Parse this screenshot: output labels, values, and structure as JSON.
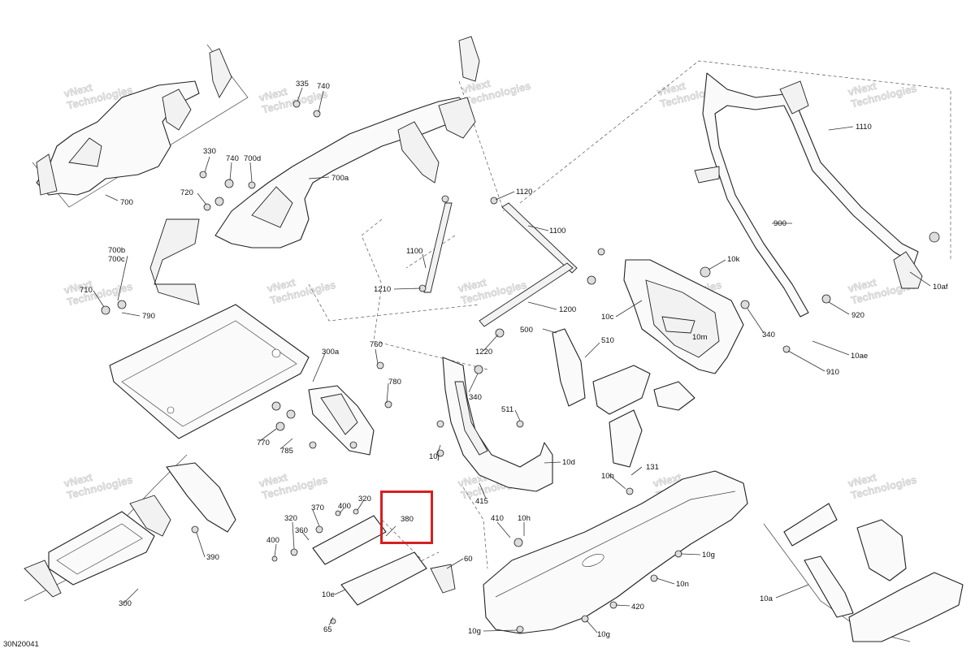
{
  "diagram_code": "30N20041",
  "watermark": {
    "line1": "vNext",
    "line2": "Technologies",
    "small": "vNext Technologies"
  },
  "highlight": {
    "label": "380",
    "color": "#d42020"
  },
  "callouts": {
    "c335": "335",
    "c740a": "740",
    "c330": "330",
    "c740b": "740",
    "c700d": "700d",
    "c720": "720",
    "c700": "700",
    "c700a": "700a",
    "c700b": "700b",
    "c700c": "700c",
    "c710": "710",
    "c790": "790",
    "c300a": "300a",
    "c760": "760",
    "c780": "780",
    "c770": "770",
    "c785": "785",
    "c300": "300",
    "c390": "390",
    "c1120": "1120",
    "c1100a": "1100",
    "c1100b": "1100",
    "c1210": "1210",
    "c1200": "1200",
    "c1220": "1220",
    "c500": "500",
    "c510": "510",
    "c340a": "340",
    "c511": "511",
    "c10j": "10j",
    "c10d": "10d",
    "c415": "415",
    "c10h_a": "10h",
    "c131": "131",
    "c10k": "10k",
    "c10c": "10c",
    "c10m": "10m",
    "c340b": "340",
    "c1110": "1110",
    "c900": "900",
    "c10af": "10af",
    "c920": "920",
    "c10ae": "10ae",
    "c910": "910",
    "c370": "370",
    "c400a": "400",
    "c320a": "320",
    "c320b": "320",
    "c360": "360",
    "c400b": "400",
    "c10e": "10e",
    "c65": "65",
    "c60": "60",
    "c410": "410",
    "c10h_b": "10h",
    "c10g_a": "10g",
    "c10n": "10n",
    "c420": "420",
    "c10g_b": "10g",
    "c10g_c": "10g",
    "c10a": "10a"
  }
}
